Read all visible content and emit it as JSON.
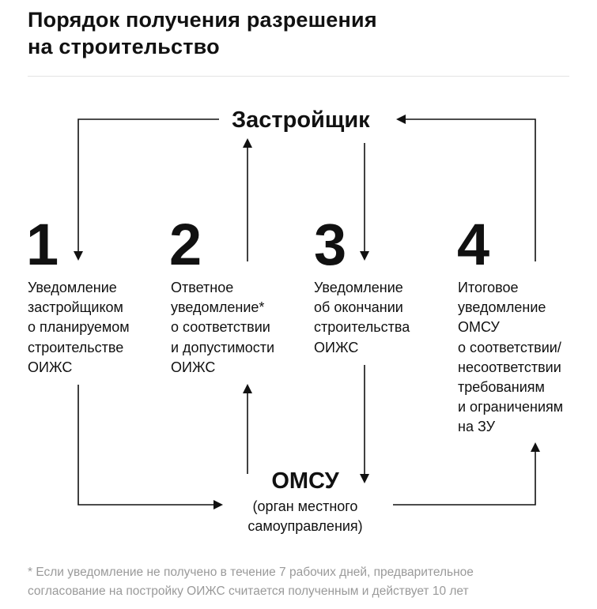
{
  "title": {
    "line1": "Порядок получения разрешения",
    "line2": "на строительство"
  },
  "developer": "Застройщик",
  "steps": [
    {
      "number": "1",
      "text": "Уведомление\nзастройщиком\nо планируемом\nстроительстве\nОИЖС"
    },
    {
      "number": "2",
      "text": "Ответное\nуведомление*\nо соответствии\nи допустимости\nОИЖС"
    },
    {
      "number": "3",
      "text": "Уведомление\nоб окончании\nстроительства\nОИЖС"
    },
    {
      "number": "4",
      "text": "Итоговое\nуведомление\nОМСУ\nо соответствии/\nнесоответствии\nтребованиям\nи ограничениям\nна ЗУ"
    }
  ],
  "omsu": {
    "name": "ОМСУ",
    "subtitle": "(орган местного\nсамоуправления)"
  },
  "footnote": "* Если уведомление не получено в течение 7 рабочих дней, предварительное\nсогласование на постройку ОИЖС считается полученным и действует 10 лет",
  "colors": {
    "text": "#111111",
    "line": "#111111",
    "footnote": "#9a9a9a",
    "divider": "#e3e3e3"
  }
}
